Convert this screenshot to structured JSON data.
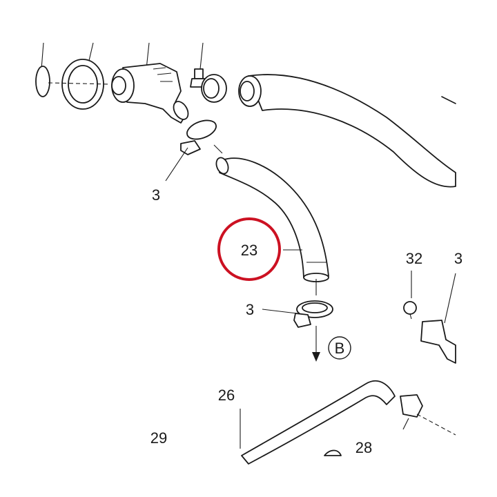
{
  "callouts": {
    "c1": "3",
    "c2": "23",
    "c3": "3",
    "c4": "32",
    "c5": "3",
    "c6": "26",
    "c7": "29",
    "c8": "28"
  },
  "reference": {
    "label": "B"
  },
  "colors": {
    "highlight": "#cc1122",
    "ink": "#1a1a1a"
  }
}
